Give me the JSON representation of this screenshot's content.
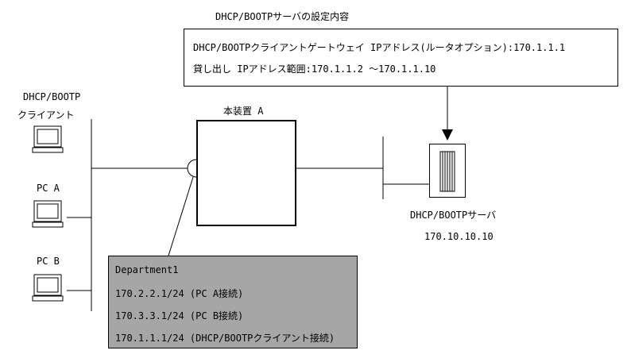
{
  "server_settings": {
    "title": "DHCP/BOOTPサーバの設定内容",
    "gateway_line": "DHCP/BOOTPクライアントゲートウェイ IPアドレス(ルータオプション):170.1.1.1",
    "range_line": "貸し出し IPアドレス範囲:170.1.1.2 ～170.1.1.10"
  },
  "device": {
    "label": "本装置 A"
  },
  "clients": {
    "dhcp_client_line1": "DHCP/BOOTP",
    "dhcp_client_line2": "クライアント",
    "pc_a": "PC A",
    "pc_b": "PC B"
  },
  "server": {
    "name": "DHCP/BOOTPサーバ",
    "ip": "170.10.10.10"
  },
  "department": {
    "name": "Department1",
    "rows": [
      "170.2.2.1/24 (PC A接続)",
      "170.3.3.1/24 (PC B接続)",
      "170.1.1.1/24 (DHCP/BOOTPクライアント接続)"
    ]
  },
  "colors": {
    "department_fill": "#a6a6a6",
    "line": "#000000",
    "background": "#ffffff"
  },
  "icons": [
    "desktop-pc-icon",
    "server-rack-icon",
    "interface-circle",
    "arrow-down"
  ]
}
